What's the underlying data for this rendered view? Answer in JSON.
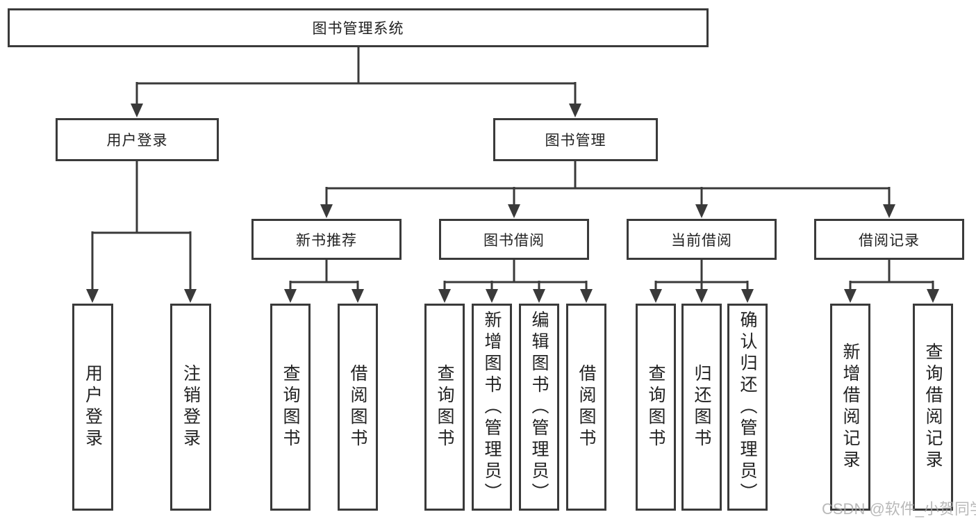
{
  "diagram": {
    "root_label": "图书管理系统",
    "branches": [
      {
        "label": "用户登录",
        "children": [
          {
            "label": "用户登录"
          },
          {
            "label": "注销登录"
          }
        ]
      },
      {
        "label": "图书管理",
        "children": [
          {
            "label": "新书推荐",
            "children": [
              {
                "label": "查询图书"
              },
              {
                "label": "借阅图书"
              }
            ]
          },
          {
            "label": "图书借阅",
            "children": [
              {
                "label": "查询图书"
              },
              {
                "label": "新增图书（管理员）"
              },
              {
                "label": "编辑图书（管理员）"
              },
              {
                "label": "借阅图书"
              }
            ]
          },
          {
            "label": "当前借阅",
            "children": [
              {
                "label": "查询图书"
              },
              {
                "label": "归还图书"
              },
              {
                "label": "确认归还（管理员）"
              }
            ]
          },
          {
            "label": "借阅记录",
            "children": [
              {
                "label": "新增借阅记录"
              },
              {
                "label": "查询借阅记录"
              }
            ]
          }
        ]
      }
    ]
  },
  "watermark": {
    "text": "CSDN @软件_小贺同学"
  },
  "colors": {
    "line": "#3a3a3a",
    "text": "#222222",
    "watermark": "#a8a8a8",
    "background": "#ffffff"
  }
}
